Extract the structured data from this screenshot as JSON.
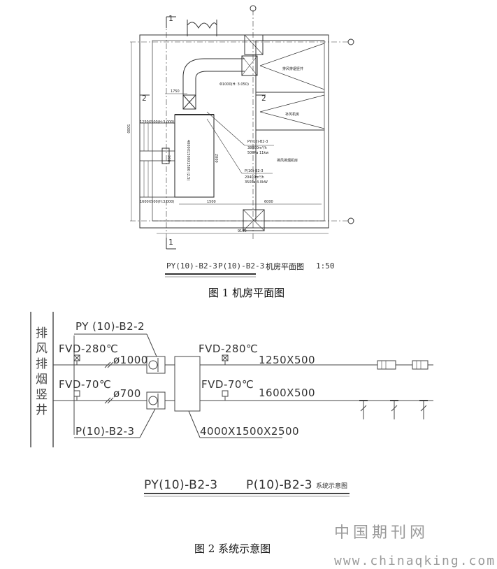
{
  "figure1": {
    "grid_labels": {
      "g1_top": "1",
      "g1_bottom": "1",
      "g2_top": "2",
      "g2_mid": "2"
    },
    "dimensions": {
      "dim_1750": "1750",
      "dim_5000": "5000",
      "dim_1500": "1500",
      "dim_6000": "6000",
      "dim_9100": "9100",
      "dim_2000": "2000",
      "dim_260": "260"
    },
    "labels": {
      "room_exhaust_smoke": "排风排烟竖井",
      "room_makeup": "补风机房",
      "room_main": "排风排烟机房",
      "pipe_phi": "Φ1000(H: 3.050)",
      "duct_1250": "1250X500(H:3.000)",
      "duct_1600": "1600X500(H:3.000)",
      "unit_box": "4000X1500X2500 (2.5)",
      "py_tag": "PY(10)-B2-3",
      "py_spec1": "38000m³/h",
      "py_spec2": "500Pa 11kw",
      "p_tag": "P(10)-B2-3",
      "p_spec1": "20400m³/h",
      "p_spec2": "350Pa 4.0kW"
    },
    "title_row": {
      "py": "PY(10)-B2-3",
      "p": "P(10)-B2-3",
      "name": "机房平面图",
      "scale": "1:50"
    },
    "caption": "图 1 机房平面图"
  },
  "figure2": {
    "shaft_label": [
      "排",
      "风",
      "排",
      "烟",
      "竖",
      "井"
    ],
    "py_tag": "PY (10)-B2-2",
    "p_tag": "P(10)-B2-3",
    "fvd_280_left": "FVD-280℃",
    "fvd_70_left": "FVD-70℃",
    "fvd_280_right": "FVD-280℃",
    "fvd_70_right": "FVD-70℃",
    "phi_1000": "ø1000",
    "phi_700": "ø700",
    "duct_1250": "1250X500",
    "duct_1600": "1600X500",
    "box": "4000X1500X2500",
    "title_py": "PY(10)-B2-3",
    "title_p": "P(10)-B2-3",
    "title_name": "系统示意图",
    "caption": "图 2 系统示意图"
  },
  "watermark": {
    "cn": "中国期刊网",
    "url": "www.chinaqking.com"
  },
  "colors": {
    "line": "#333333",
    "caption": "#111111",
    "watermark": "#9a9a9a"
  }
}
